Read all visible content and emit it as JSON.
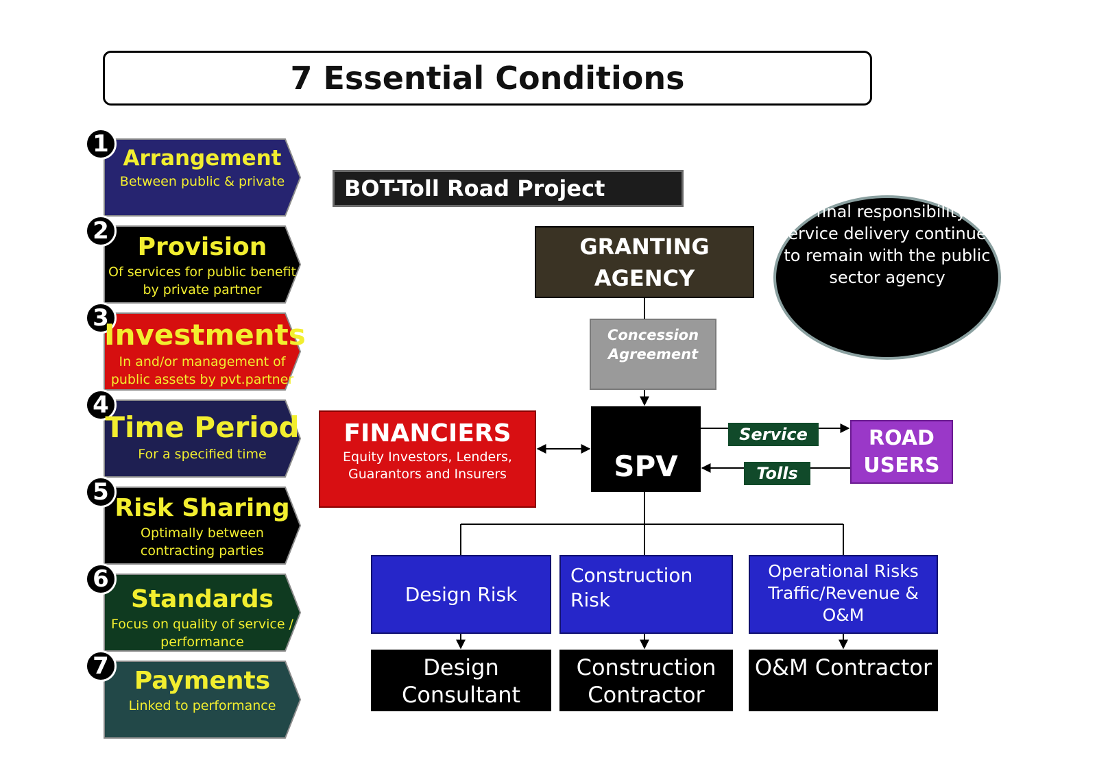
{
  "title": "7 Essential Conditions",
  "conditions": [
    {
      "number": "1",
      "heading": "Arrangement",
      "subtitle": "Between public & private",
      "color": "#262470"
    },
    {
      "number": "2",
      "heading": "Provision",
      "subtitle": "Of services for public benefit by private partner",
      "color": "#000000"
    },
    {
      "number": "3",
      "heading": "Investments",
      "subtitle": "In and/or management of public assets by pvt.partner",
      "color": "#d60f0f"
    },
    {
      "number": "4",
      "heading": "Time Period",
      "subtitle": "For a specified time",
      "color": "#1e1f52"
    },
    {
      "number": "5",
      "heading": "Risk Sharing",
      "subtitle": "Optimally between contracting parties",
      "color": "#000000"
    },
    {
      "number": "6",
      "heading": "Standards",
      "subtitle": "Focus on quality of service / performance",
      "color": "#0f3a20"
    },
    {
      "number": "7",
      "heading": "Payments",
      "subtitle": "Linked to performance",
      "color": "#224848"
    }
  ],
  "diagram": {
    "project_title": "BOT-Toll Road Project",
    "granting_agency": "GRANTING AGENCY",
    "concession_agreement": "Concession Agreement",
    "spv": "SPV",
    "financiers": {
      "title": "FINANCIERS",
      "subtitle": "Equity Investors, Lenders, Guarantors and Insurers"
    },
    "road_users": "ROAD USERS",
    "service_label": "Service",
    "tolls_label": "Tolls",
    "note": "The final responsibility for service delivery continues to remain with the public sector agency",
    "risks": [
      "Design Risk",
      "Construction Risk",
      "Operational Risks Traffic/Revenue & O&M"
    ],
    "contractors": [
      "Design Consultant",
      "Construction Contractor",
      "O&M Contractor"
    ]
  }
}
